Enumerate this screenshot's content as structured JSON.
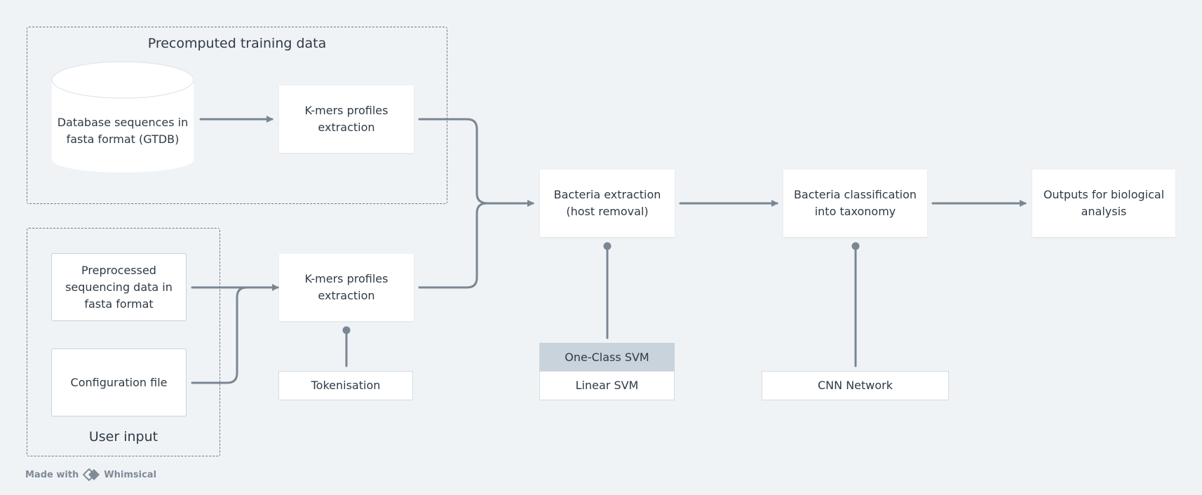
{
  "groups": {
    "training_title": "Precomputed training data",
    "user_input_title": "User input"
  },
  "nodes": {
    "database": "Database sequences in\nfasta format (GTDB)",
    "kmers_top": "K-mers profiles\nextraction",
    "preprocessed": "Preprocessed\nsequencing data in\nfasta format",
    "config": "Configuration file",
    "kmers_bottom": "K-mers profiles\nextraction",
    "tokenisation": "Tokenisation",
    "bacteria_extraction": "Bacteria extraction\n(host removal)",
    "one_class_svm": "One-Class SVM",
    "linear_svm": "Linear SVM",
    "bacteria_classification": "Bacteria classification\ninto taxonomy",
    "cnn": "CNN Network",
    "outputs": "Outputs for biological\nanalysis"
  },
  "watermark": {
    "made_with": "Made with",
    "brand": "Whimsical"
  },
  "colors": {
    "background": "#f0f3f6",
    "connector": "#7a8793",
    "dashed_border": "#6c7885",
    "header_fill": "#c8d3dc",
    "node_fill": "#ffffff"
  }
}
